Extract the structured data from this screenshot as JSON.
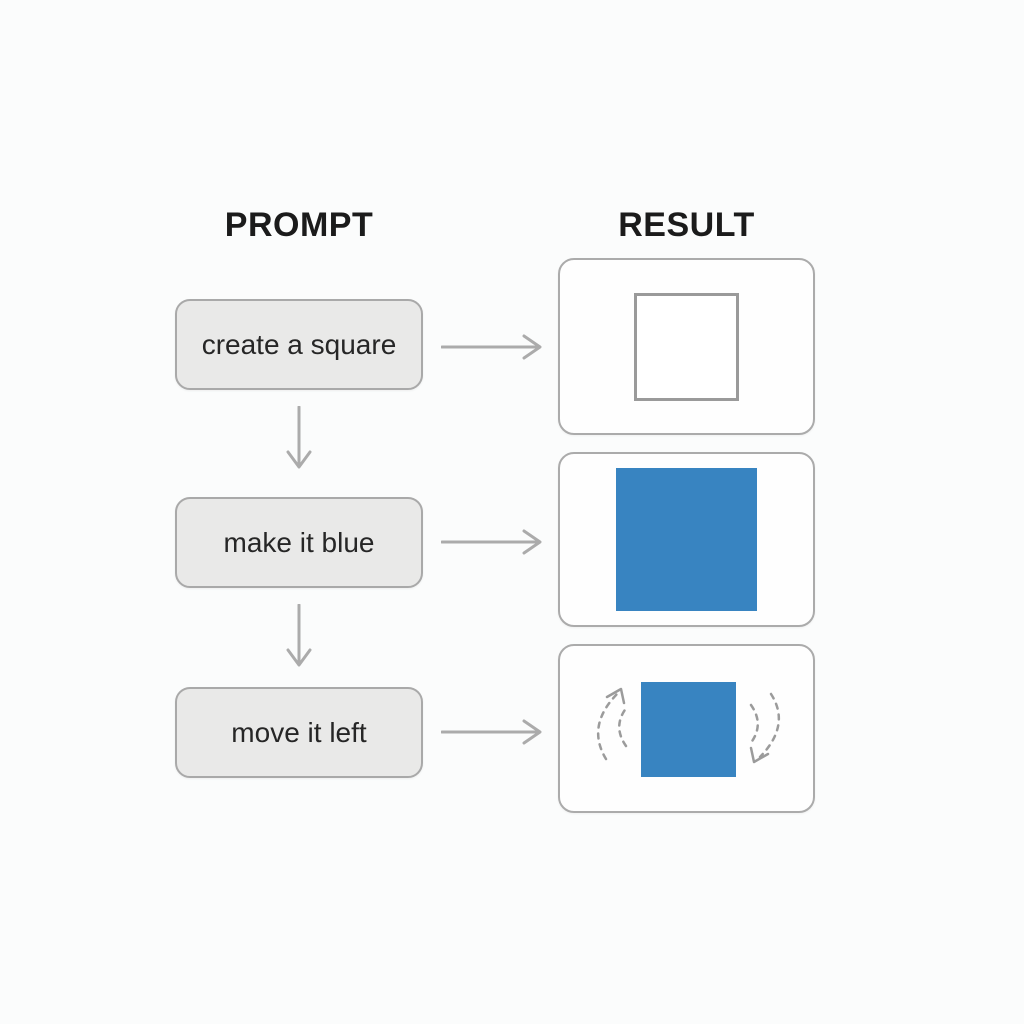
{
  "title": "prompt to result flow diagram",
  "headers": {
    "prompt": "PROMPT",
    "result": "RESULT"
  },
  "rows": [
    {
      "prompt": "create a square",
      "result_icon": "outline-square",
      "result_description": "empty square with gray outline"
    },
    {
      "prompt": "make it blue",
      "result_icon": "blue-square",
      "result_description": "solid blue filled square"
    },
    {
      "prompt": "move it left",
      "result_icon": "blue-square-motion",
      "result_description": "blue square flanked by dashed curved motion arrows"
    }
  ],
  "icons": {
    "right_arrow": "right-arrow-icon",
    "down_arrow": "down-arrow-icon",
    "motion_arcs": "dashed-motion-arc-icon"
  },
  "colors": {
    "background": "#fbfcfc",
    "heading_text": "#1b1b1b",
    "prompt_text": "#262626",
    "box_fill": "#e9e9e8",
    "box_border": "#a9a9a9",
    "result_border": "#ababab",
    "outline_square_border": "#9a9a9a",
    "blue": "#3884c1",
    "arrow": "#ababab",
    "dashed_arc": "#9b9b9b"
  }
}
